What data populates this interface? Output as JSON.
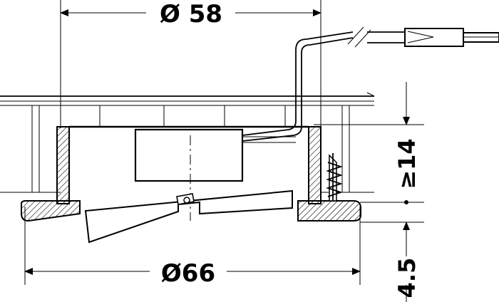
{
  "dimensions": {
    "top_diameter": "Ø 58",
    "bottom_diameter": "Ø66",
    "right_height": "≥14",
    "right_depth": "4.5"
  }
}
